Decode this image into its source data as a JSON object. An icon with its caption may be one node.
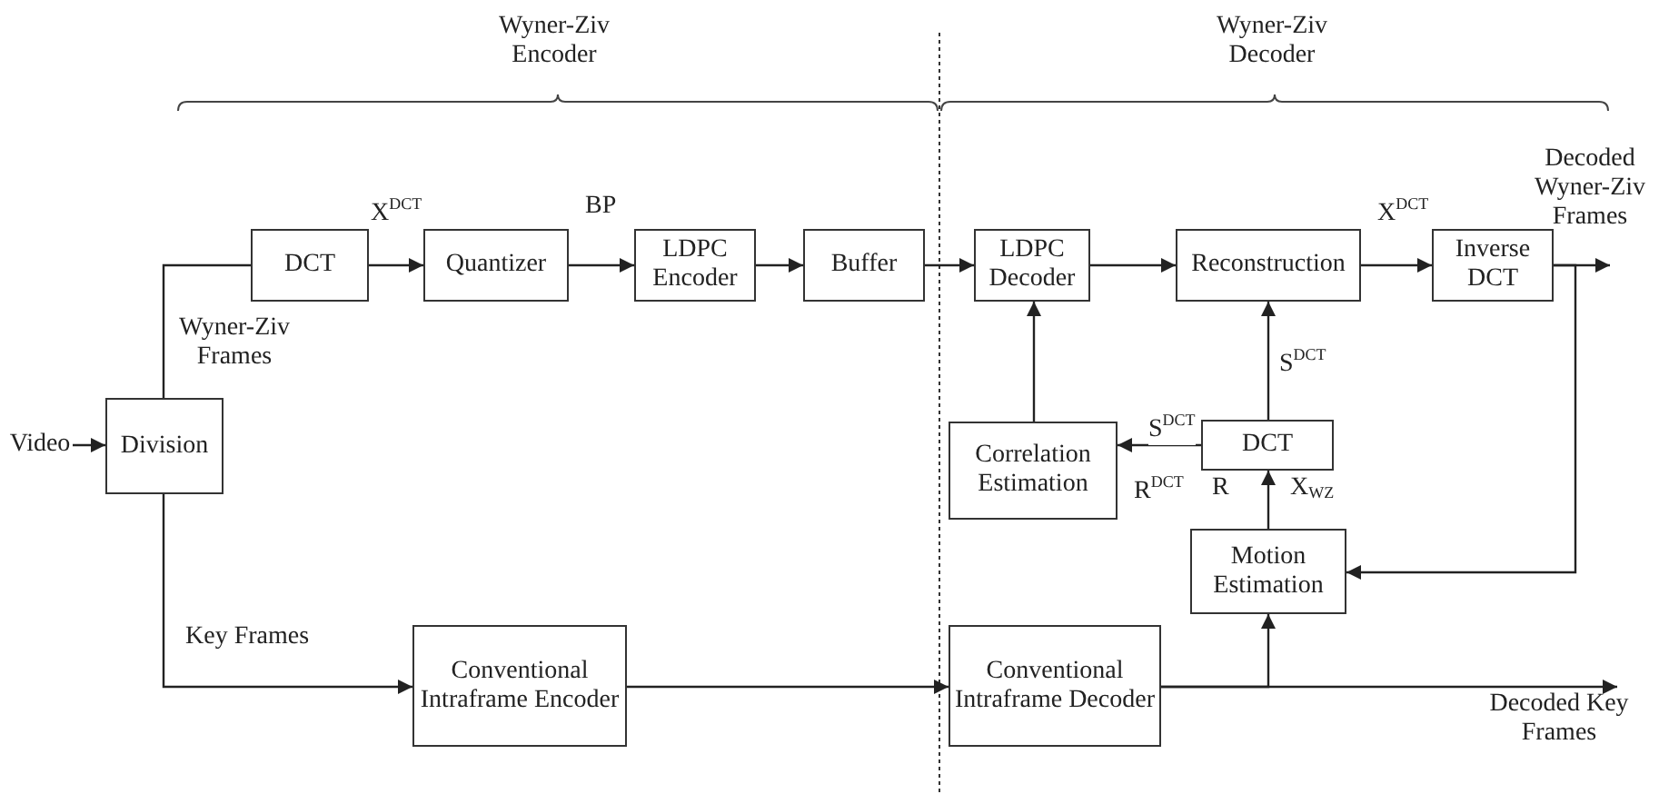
{
  "diagram": {
    "nodes": [
      {
        "text": [
          "Video"
        ]
      },
      {
        "text": [
          "Division"
        ]
      },
      {
        "text": [
          "DCT"
        ]
      },
      {
        "text": [
          "Quantizer"
        ]
      },
      {
        "text": [
          "LDPC Encoder"
        ]
      },
      {
        "text": [
          "Buffer"
        ]
      },
      {
        "text": [
          "LDPC Decoder"
        ]
      },
      {
        "text": [
          "Reconstruction"
        ]
      },
      {
        "text": [
          "Inverse DCT"
        ]
      },
      {
        "text": [
          "Correlation Estimation"
        ]
      },
      {
        "text": [
          "DCT"
        ]
      },
      {
        "text": [
          "Motion Estimation"
        ]
      },
      {
        "text": [
          "Conventional Intraframe Encoder"
        ]
      },
      {
        "text": [
          "Conventional Intraframe Decoder"
        ]
      },
      {
        "text": [
          "Decoded Wyner-Ziv Frames"
        ]
      },
      {
        "text": [
          "Decoded Key Frames"
        ]
      }
    ],
    "edges": [
      {
        "from": 0,
        "to": 1,
        "arrow": "to"
      },
      {
        "from": 1,
        "to": 2,
        "arrow": "none",
        "label": "Wyner-Ziv Frames"
      },
      {
        "from": 2,
        "to": 3,
        "arrow": "to",
        "label": "X$^{DCT}$"
      },
      {
        "from": 3,
        "to": 4,
        "arrow": "to",
        "label": "BP"
      },
      {
        "from": 4,
        "to": 5,
        "arrow": "to"
      },
      {
        "from": 5,
        "to": 6,
        "arrow": "to"
      },
      {
        "from": 6,
        "to": 7,
        "arrow": "to"
      },
      {
        "from": 7,
        "to": 8,
        "arrow": "to",
        "label": "X$^{DCT}$"
      },
      {
        "from": 8,
        "to": 14,
        "arrow": "to"
      },
      {
        "from": 8,
        "to": 11,
        "arrow": "to"
      },
      {
        "from": 9,
        "to": 6,
        "arrow": "to"
      },
      {
        "from": 10,
        "to": 7,
        "arrow": "to",
        "label": "S$^{DCT}$"
      },
      {
        "from": 10,
        "to": 9,
        "arrow": "to",
        "label": "S$^{DCT}$"
      },
      {
        "from": 11,
        "to": 10,
        "arrow": "to"
      },
      {
        "from": 1,
        "to": 12,
        "arrow": "to",
        "label": "Key Frames"
      },
      {
        "from": 12,
        "to": 13,
        "arrow": "to"
      },
      {
        "from": 13,
        "to": 11,
        "arrow": "to"
      },
      {
        "from": 13,
        "to": 15,
        "arrow": "to"
      }
    ],
    "labels": [
      "Wyner-Ziv Encoder",
      "Wyner-Ziv Decoder",
      "R$^{DCT}$",
      "R",
      "X$_{WZ}$"
    ]
  }
}
